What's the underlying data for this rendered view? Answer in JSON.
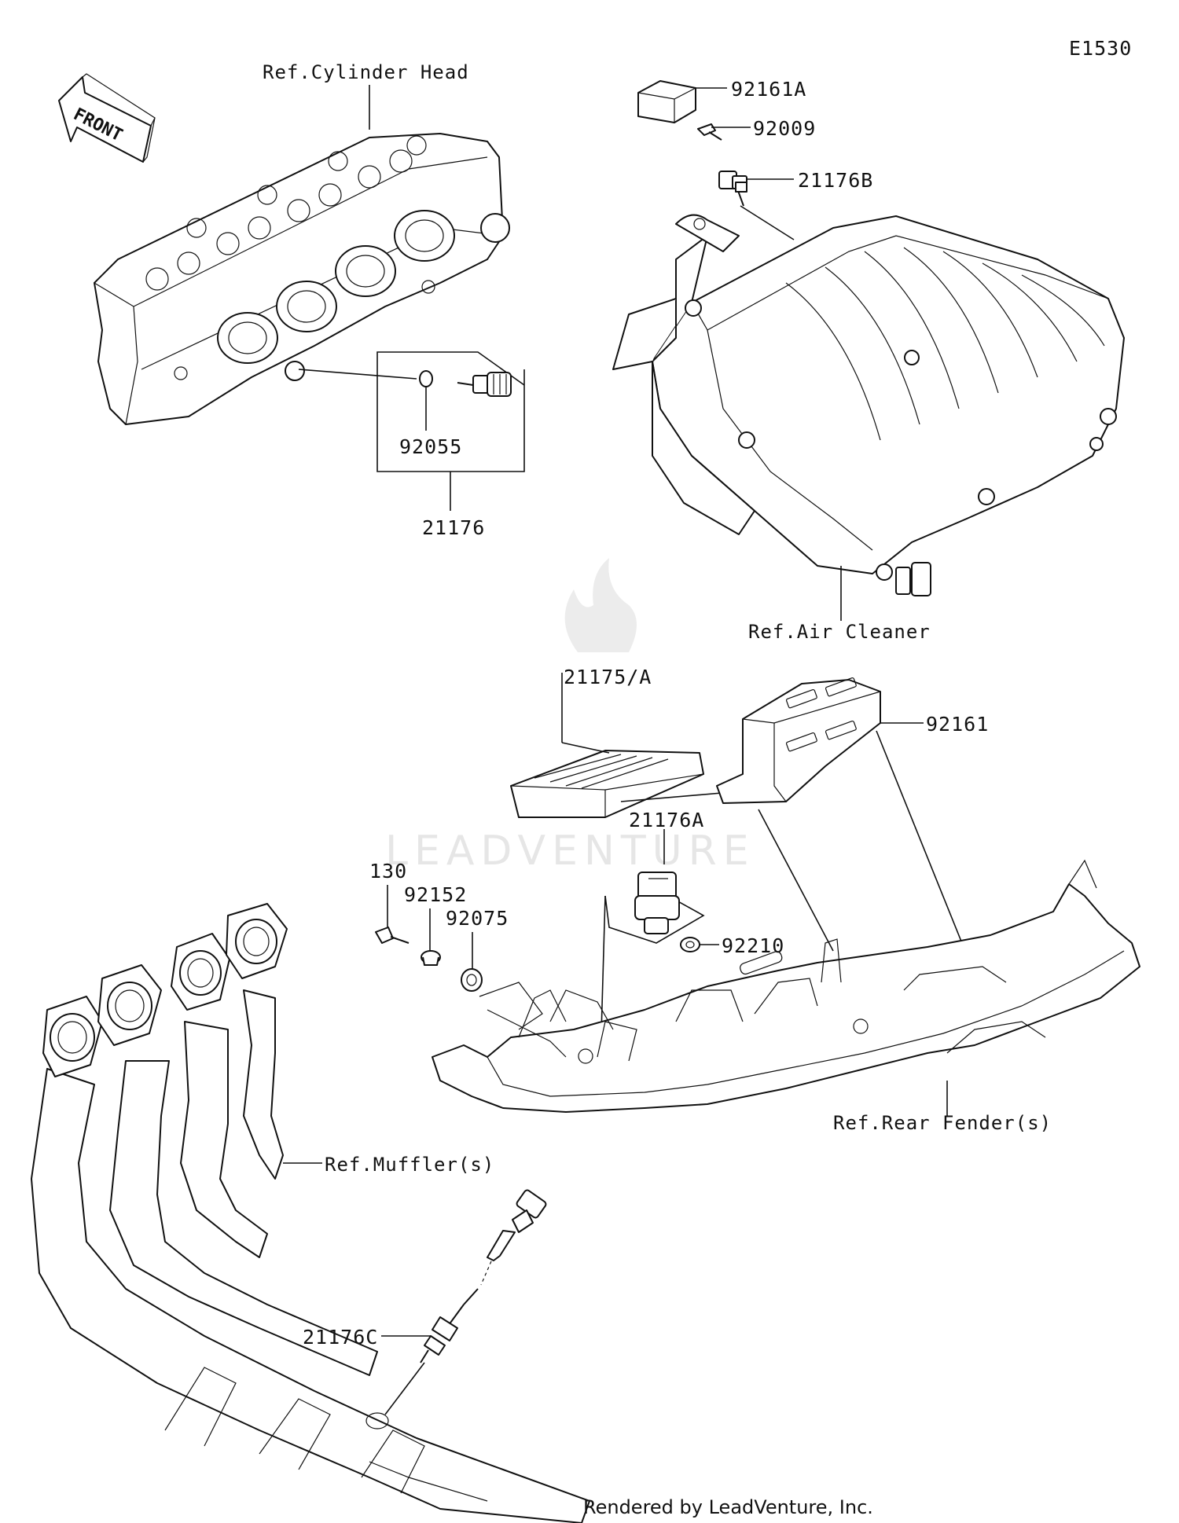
{
  "diagram_code": "E1530",
  "front_label": "FRONT",
  "watermark": "LEADVENTURE",
  "footer": "Rendered by LeadVenture, Inc.",
  "references": {
    "cylinder_head": "Ref.Cylinder Head",
    "air_cleaner": "Ref.Air Cleaner",
    "rear_fender": "Ref.Rear Fender(s)",
    "muffler": "Ref.Muffler(s)"
  },
  "parts": {
    "p92161A": "92161A",
    "p92009": "92009",
    "p21176B": "21176B",
    "p92055": "92055",
    "p21176": "21176",
    "p21175A": "21175/A",
    "p92161": "92161",
    "p21176A": "21176A",
    "p130": "130",
    "p92152": "92152",
    "p92075": "92075",
    "p92210": "92210",
    "p21176C": "21176C"
  }
}
